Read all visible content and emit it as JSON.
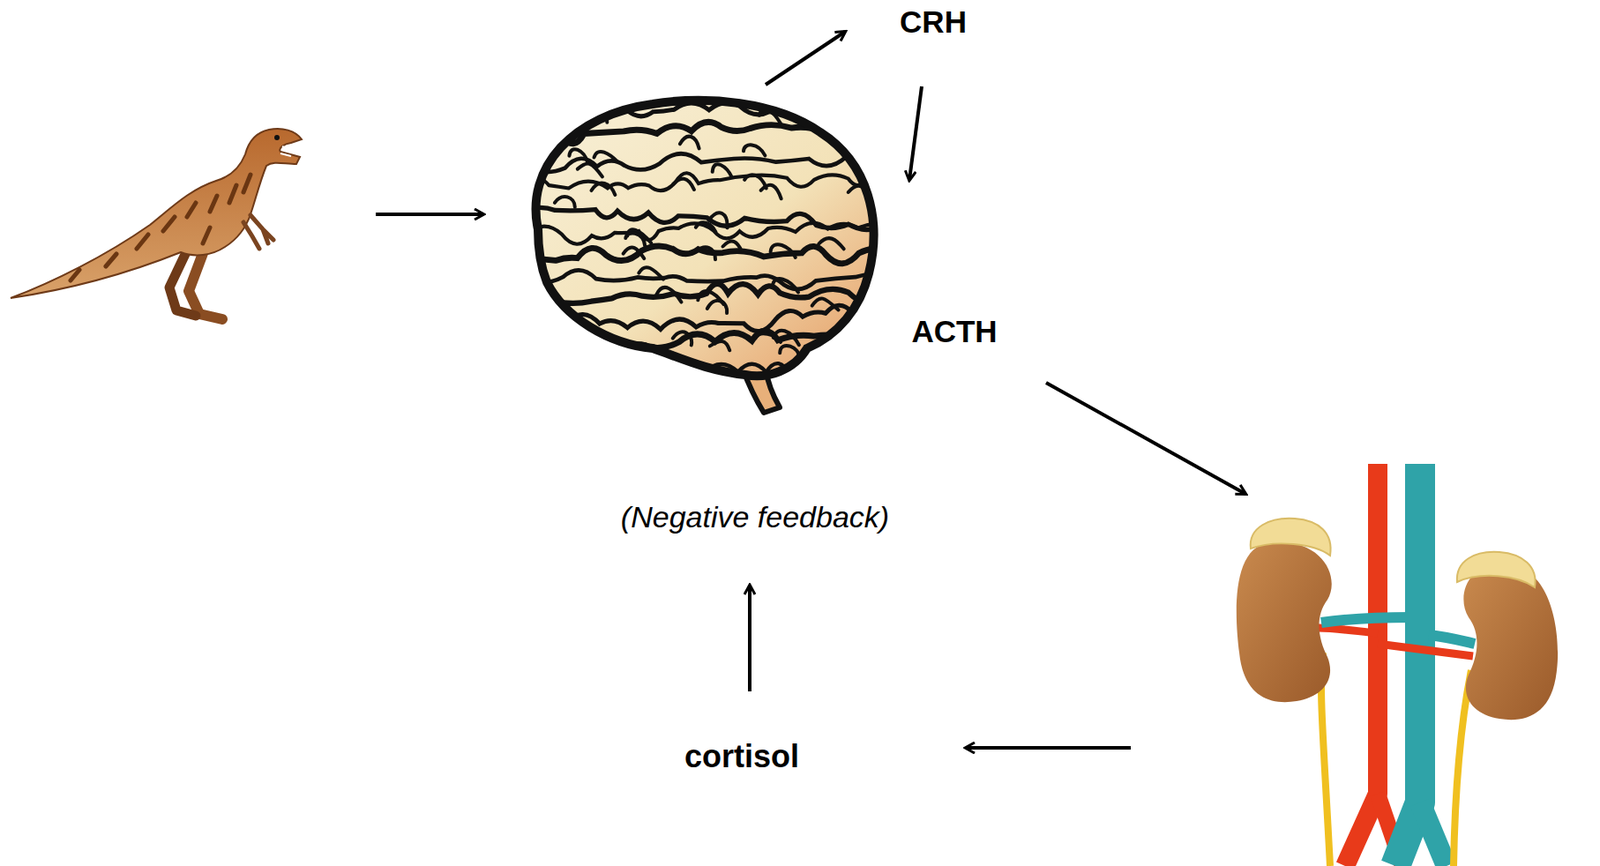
{
  "diagram": {
    "labels": [
      "CRH",
      "ACTH",
      "(Negative feedback)",
      "cortisol"
    ]
  }
}
